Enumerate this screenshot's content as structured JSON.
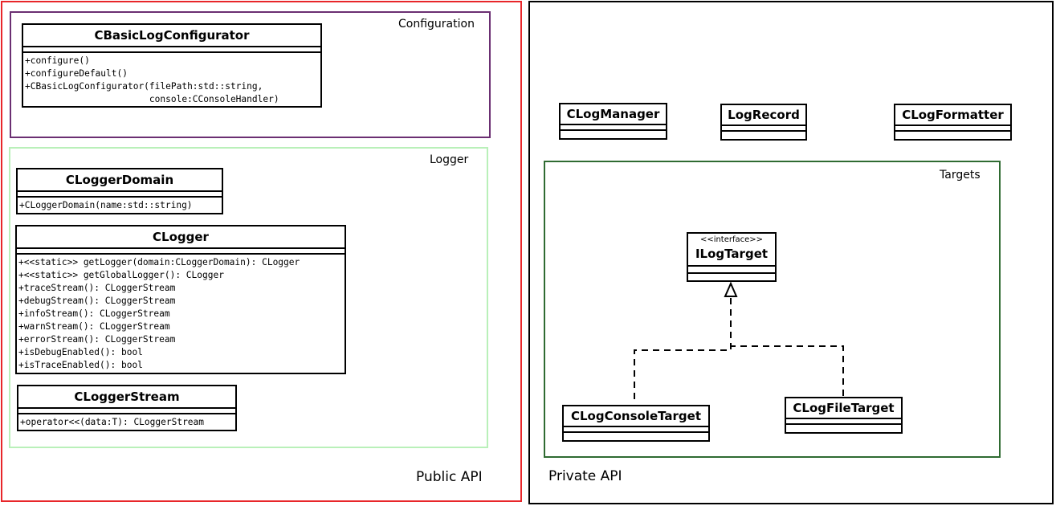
{
  "public_api": {
    "label": "Public API",
    "packages": {
      "configuration": {
        "label": "Configuration",
        "class": {
          "name": "CBasicLogConfigurator",
          "operations": [
            "+configure()",
            "+configureDefault()",
            "+CBasicLogConfigurator(filePath:std::string,",
            "                       console:CConsoleHandler)"
          ]
        }
      },
      "logger": {
        "label": "Logger",
        "classes": {
          "domain": {
            "name": "CLoggerDomain",
            "operations": [
              "+CLoggerDomain(name:std::string)"
            ]
          },
          "logger": {
            "name": "CLogger",
            "operations": [
              "+<<static>> getLogger(domain:CLoggerDomain): CLogger",
              "+<<static>> getGlobalLogger(): CLogger",
              "+traceStream(): CLoggerStream",
              "+debugStream(): CLoggerStream",
              "+infoStream(): CLoggerStream",
              "+warnStream(): CLoggerStream",
              "+errorStream(): CLoggerStream",
              "+isDebugEnabled(): bool",
              "+isTraceEnabled(): bool"
            ]
          },
          "stream": {
            "name": "CLoggerStream",
            "operations": [
              "+operator<<(data:T): CLoggerStream"
            ]
          }
        }
      }
    }
  },
  "private_api": {
    "label": "Private API",
    "classes": {
      "manager": {
        "name": "CLogManager"
      },
      "record": {
        "name": "LogRecord"
      },
      "formatter": {
        "name": "CLogFormatter"
      }
    },
    "targets": {
      "label": "Targets",
      "interface": {
        "stereotype": "<<interface>>",
        "name": "ILogTarget"
      },
      "console_target": {
        "name": "CLogConsoleTarget"
      },
      "file_target": {
        "name": "CLogFileTarget"
      }
    }
  },
  "colors": {
    "public_border": "#e8262a",
    "private_border": "#000000",
    "configuration_border": "#6b2f72",
    "logger_border": "#b9f0b9",
    "targets_border": "#2f6b32"
  }
}
